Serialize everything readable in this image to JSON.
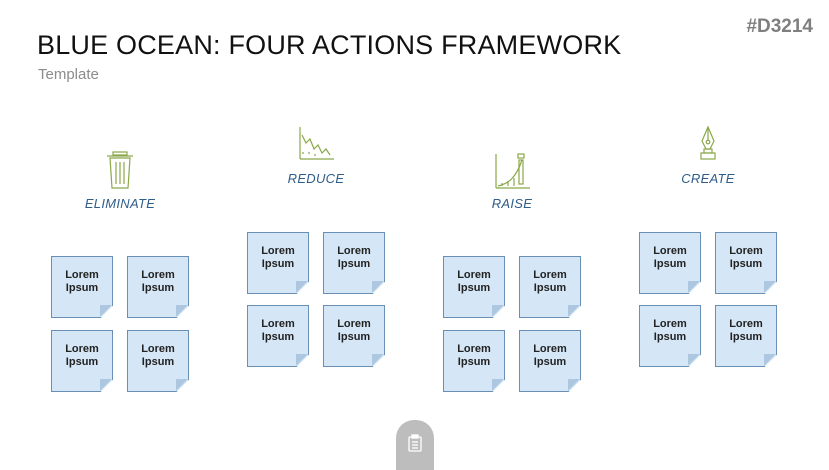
{
  "header": {
    "title": "BLUE OCEAN: FOUR ACTIONS FRAMEWORK",
    "subtitle": "Template",
    "code": "#D3214"
  },
  "colors": {
    "label": "#2f5d8a",
    "icon": "#8aa84a",
    "note_fill": "#d5e6f6",
    "note_border": "#6a8fb5"
  },
  "actions": [
    {
      "label": "ELIMINATE",
      "icon": "trash-bin-icon",
      "notes": [
        "Lorem\nIpsum",
        "Lorem\nIpsum",
        "Lorem\nIpsum",
        "Lorem\nIpsum"
      ]
    },
    {
      "label": "REDUCE",
      "icon": "declining-chart-icon",
      "notes": [
        "Lorem\nIpsum",
        "Lorem\nIpsum",
        "Lorem\nIpsum",
        "Lorem\nIpsum"
      ]
    },
    {
      "label": "RAISE",
      "icon": "rising-chart-icon",
      "notes": [
        "Lorem\nIpsum",
        "Lorem\nIpsum",
        "Lorem\nIpsum",
        "Lorem\nIpsum"
      ]
    },
    {
      "label": "CREATE",
      "icon": "fountain-pen-icon",
      "notes": [
        "Lorem\nIpsum",
        "Lorem\nIpsum",
        "Lorem\nIpsum",
        "Lorem\nIpsum"
      ]
    }
  ],
  "footer": {
    "icon": "clipboard-icon"
  }
}
